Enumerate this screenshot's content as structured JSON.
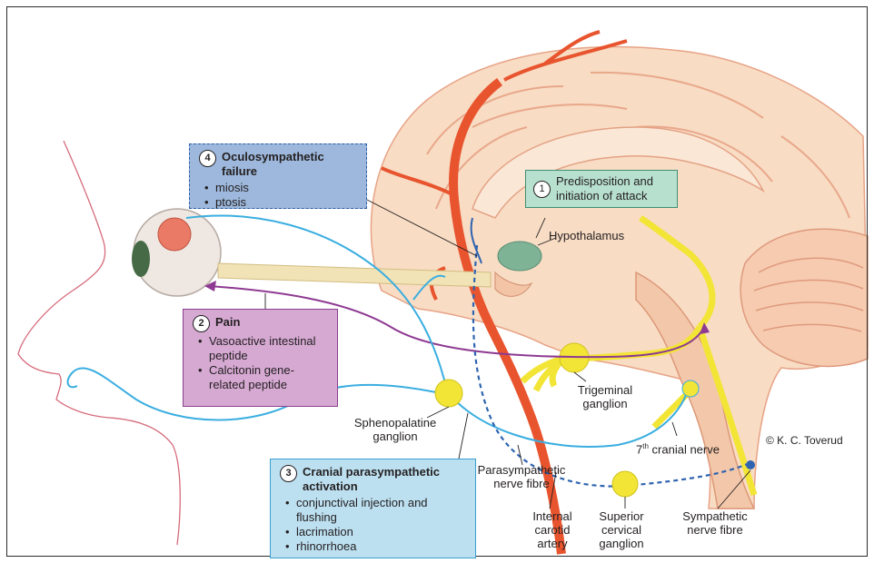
{
  "labels": {
    "hypothalamus": "Hypothalamus",
    "trigeminal_ganglion": "Trigeminal ganglion",
    "sphenopalatine_ganglion": "Sphenopalatine ganglion",
    "seventh_cranial_nerve_prefix": "7",
    "seventh_cranial_nerve_sup": "th",
    "seventh_cranial_nerve_suffix": "cranial nerve",
    "parasympathetic_nerve_fibre": "Parasympathetic nerve fibre",
    "internal_carotid_artery": "Internal carotid artery",
    "superior_cervical_ganglion": "Superior cervical ganglion",
    "sympathetic_nerve_fibre": "Sympathetic nerve fibre",
    "copyright": "© K. C. Toverud"
  },
  "boxes": {
    "predisposition": {
      "number": "1",
      "title": "Predisposition and initiation of attack"
    },
    "pain": {
      "number": "2",
      "title": "Pain",
      "items": [
        "Vasoactive intestinal peptide",
        "Calcitonin gene-related peptide"
      ]
    },
    "cranial": {
      "number": "3",
      "title": "Cranial parasympathetic activation",
      "items": [
        "conjunctival injection and flushing",
        "lacrimation",
        "rhinorrhoea"
      ]
    },
    "oculo": {
      "number": "4",
      "title": "Oculosympathetic failure",
      "items": [
        "miosis",
        "ptosis"
      ]
    }
  },
  "colors": {
    "parasympathetic": "#3aaee0",
    "sympathetic": "#2f64b0",
    "pain": "#8e3a92",
    "trigeminal": "#f2e536",
    "artery": "#e8542e",
    "brain": "#f6d2b4"
  }
}
